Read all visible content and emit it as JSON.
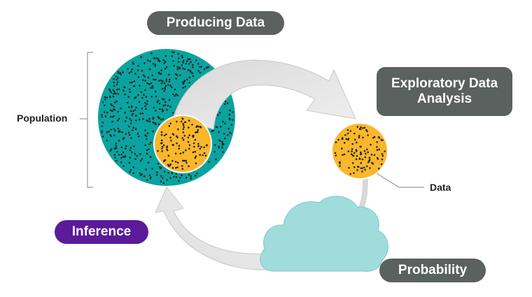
{
  "labels": {
    "producing_data": "Producing Data",
    "exploratory_line1": "Exploratory Data",
    "exploratory_line2": "Analysis",
    "inference": "Inference",
    "probability": "Probability",
    "population": "Population",
    "data": "Data"
  },
  "colors": {
    "population_fill": "#0aa3a0",
    "sample_fill": "#fbb62a",
    "cloud_fill": "#9fdcdb",
    "arrow_fill": "#e3e3e3",
    "pill_gray": "#5b615e",
    "pill_purple": "#5b1a9a",
    "dot": "#1f2a2a"
  },
  "icons": [
    "population-circle-icon",
    "sample-circle-icon",
    "data-circle-icon",
    "cloud-icon",
    "cycle-arrow-icon"
  ]
}
